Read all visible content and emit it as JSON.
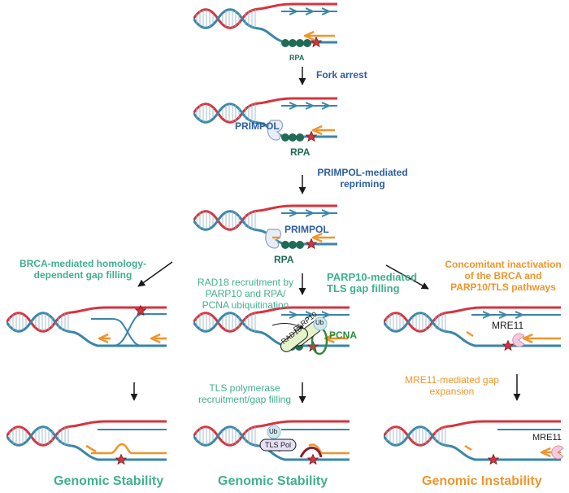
{
  "labels": {
    "rpa_top": "RPA",
    "fork_arrest": "Fork arrest",
    "primpol_1": "PRIMPOL",
    "rpa_2": "RPA",
    "primpol_mediated_line1": "PRIMPOL-mediated",
    "primpol_mediated_line2": "repriming",
    "primpol_3": "PRIMPOL",
    "rpa_3": "RPA",
    "brca_line1": "BRCA-mediated homology-",
    "brca_line2": "dependent gap filling",
    "parp10_line1": "PARP10-mediated",
    "parp10_line2": "TLS gap filling",
    "concomitant_line1": "Concomitant inactivation",
    "concomitant_line2": "of the BRCA and",
    "concomitant_line3": "PARP10/TLS pathways",
    "rad18_line1": "RAD18 recruitment by",
    "rad18_line2": "PARP10 and RPA/",
    "rad18_line3": "PCNA ubiquitination",
    "ub_mid": "Ub",
    "pcna": "PCNA",
    "parp10_protein": "PARP10",
    "rad18_protein": "RAD18",
    "mre11_right": "MRE11",
    "mre11_gap_line1": "MRE11-mediated gap",
    "mre11_gap_line2": "expansion",
    "tls_pol_line1": "TLS polymerase",
    "tls_pol_line2": "recruitment/gap filling",
    "ub_bottom": "Ub",
    "tls_pol_protein": "TLS Pol",
    "mre11_bottom": "MRE11",
    "genomic_stability_left": "Genomic Stability",
    "genomic_stability_mid": "Genomic Stability",
    "genomic_instability": "Genomic Instability"
  },
  "colors": {
    "red_strand": "#d6333d",
    "blue_strand": "#3a86a8",
    "orange_primer": "#f0952b",
    "rpa": "#1f6b56",
    "title_blue": "#2b5e9e",
    "teal_text": "#3fb08f",
    "orange_text": "#f0952b"
  }
}
